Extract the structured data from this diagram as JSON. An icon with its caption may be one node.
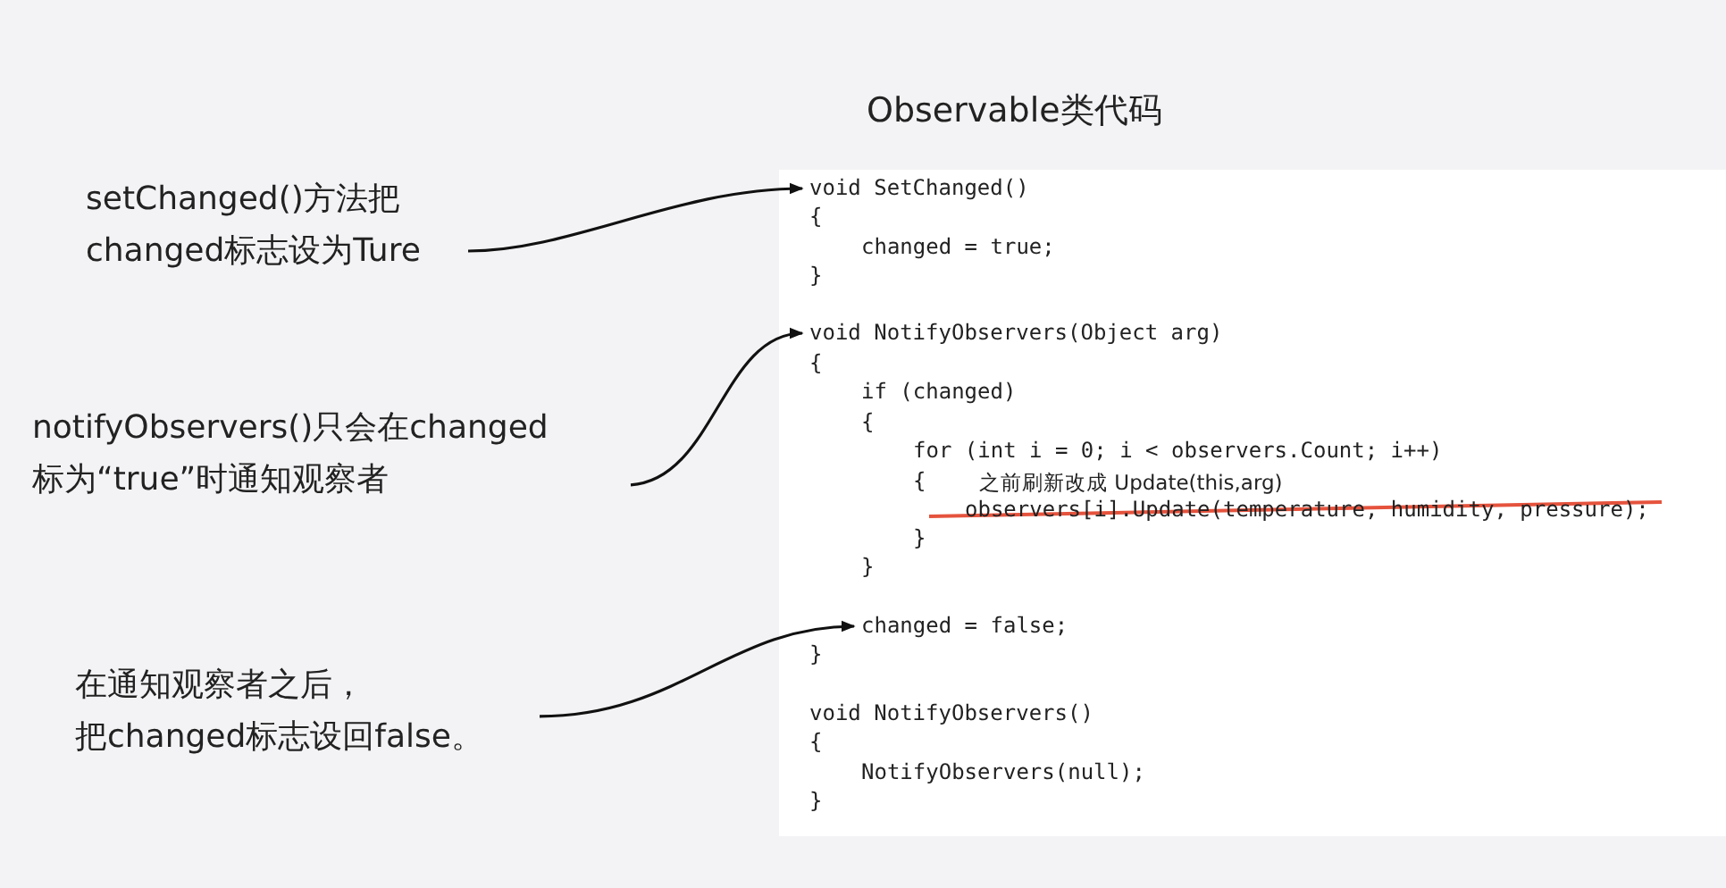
{
  "diagram": {
    "title": "Observable类代码",
    "nodes": [
      {
        "text": [
          "setChanged()方法把changed标志设为Ture"
        ]
      },
      {
        "text": [
          "notifyObservers()只会在changed标为“true”时通知观察者"
        ]
      },
      {
        "text": [
          "在通知观察者之后，把changed标志设回false。"
        ]
      },
      {
        "text": [],
        "shape": "box"
      },
      {
        "text": [
          "void SetChanged()"
        ],
        "in": 3
      },
      {
        "text": [
          "void NotifyObservers(Object arg)"
        ],
        "in": 3
      },
      {
        "text": [
          "changed = false;"
        ],
        "in": 3
      }
    ],
    "edges": [
      {
        "from": 0,
        "to": 4,
        "arrow": "to"
      },
      {
        "from": 1,
        "to": 5,
        "arrow": "to"
      },
      {
        "from": 2,
        "to": 6,
        "arrow": "to"
      }
    ],
    "labels": [
      "{",
      "changed = true;",
      "}",
      "{",
      "if (changed)",
      "{",
      "for (int i = 0; i < observers.Count; i++)",
      "{",
      "之前刷新改成 Update(this,arg)",
      "observers[i].Update(temperature, humidity, pressure);",
      "}",
      "}",
      "}",
      "void NotifyObservers()",
      "{",
      "NotifyObservers(null);",
      "}"
    ]
  }
}
